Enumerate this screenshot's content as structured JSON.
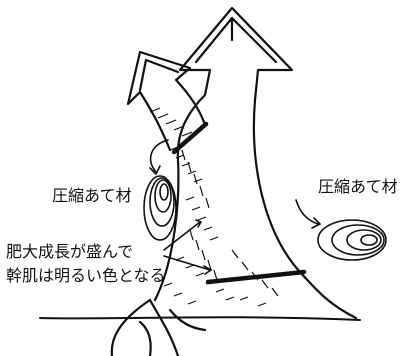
{
  "labels": {
    "left_compression_wood": "圧縮あて材",
    "right_compression_wood": "圧縮あて材",
    "growth_line1": "肥大成長が盛んで",
    "growth_line2": "幹肌は明るい色となる"
  },
  "colors": {
    "ink": "#111111",
    "background": "#ffffff"
  }
}
